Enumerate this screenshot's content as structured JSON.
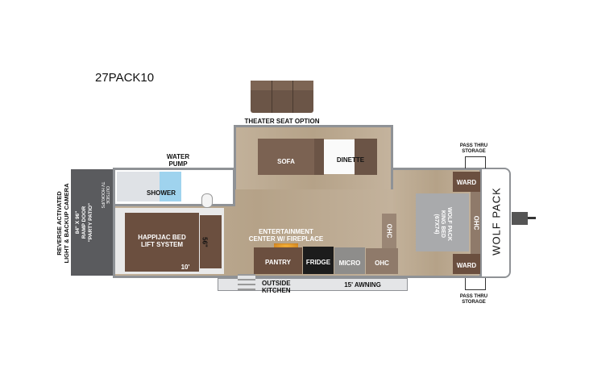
{
  "title": "27PACK10",
  "labels": {
    "theater_seat": "THEATER SEAT OPTION",
    "sofa": "SOFA",
    "dinette": "DINETTE",
    "water_pump": [
      "WATER",
      "PUMP"
    ],
    "shower": "SHOWER",
    "bed": [
      "HAPPIJAC BED",
      "LIFT SYSTEM"
    ],
    "bed_len": "10'",
    "bed_width": "56\"",
    "ramp_camera": [
      "REVERSE ACTIVATED",
      "LIGHT & BACKUP CAMERA"
    ],
    "ramp_door": [
      "84\" X 96\"",
      "RAMP DOOR",
      "\"PARTY PATIO\""
    ],
    "tv_hookups": [
      "OUTSIDE",
      "TV HOOKUPS"
    ],
    "entertainment": [
      "ENTERTAINMENT",
      "CENTER W/ FIREPLACE"
    ],
    "pantry": "PANTRY",
    "fridge": "FRIDGE",
    "micro": "MICRO",
    "ohc": "OHC",
    "outside_kitchen": [
      "OUTSIDE",
      "KITCHEN"
    ],
    "awning": "15' AWNING",
    "ward": "WARD",
    "king_bed": [
      "WOLF PACK",
      "KING BED",
      "(67X74)"
    ],
    "pass_thru": [
      "PASS THRU",
      "STORAGE"
    ],
    "brand": "WOLF PACK"
  },
  "colors": {
    "floor": "#bba88f",
    "cabinet": "#6e5546",
    "wall": "#8f9296",
    "ramp": "#5a5b5e",
    "bed": "#a9aaac"
  }
}
